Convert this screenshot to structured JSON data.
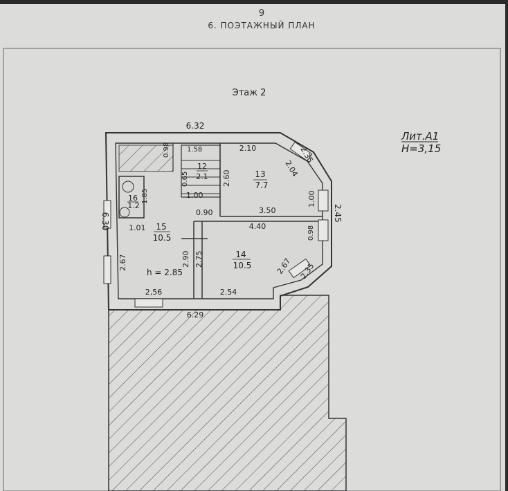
{
  "header": {
    "page_number": "9",
    "section_title": "6. ПОЭТАЖНЫЙ ПЛАН"
  },
  "floor": {
    "title": "Этаж 2",
    "lit": "Лит.А1",
    "height": "Н=3,15",
    "room_height": "h = 2.85"
  },
  "dimensions": {
    "top_width": "6.32",
    "bottom_width": "6.29",
    "left_height": "6.30",
    "d_098": "0.98",
    "d_158": "1.58",
    "d_065": "0.65",
    "d_260": "2.60",
    "d_210": "2.10",
    "d_235_top": "2.35",
    "d_204": "2.04",
    "d_185": "1.85",
    "d_100_left": "1.00",
    "d_090": "0.90",
    "d_350": "3.50",
    "d_100_right": "1.00",
    "d_245": "2.45",
    "d_101": "1.01",
    "d_440": "4.40",
    "d_098_right": "0.98",
    "d_267_left": "2.67",
    "d_290": "2.90",
    "d_275": "2.75",
    "d_267_right": "2.67",
    "d_235_bottom": "2.35",
    "d_256": "2,56",
    "d_254": "2.54"
  },
  "rooms": [
    {
      "num": "12",
      "area": "2.1"
    },
    {
      "num": "13",
      "area": "7.7"
    },
    {
      "num": "16",
      "area": "1.2"
    },
    {
      "num": "15",
      "area": "10.5"
    },
    {
      "num": "14",
      "area": "10.5"
    }
  ]
}
